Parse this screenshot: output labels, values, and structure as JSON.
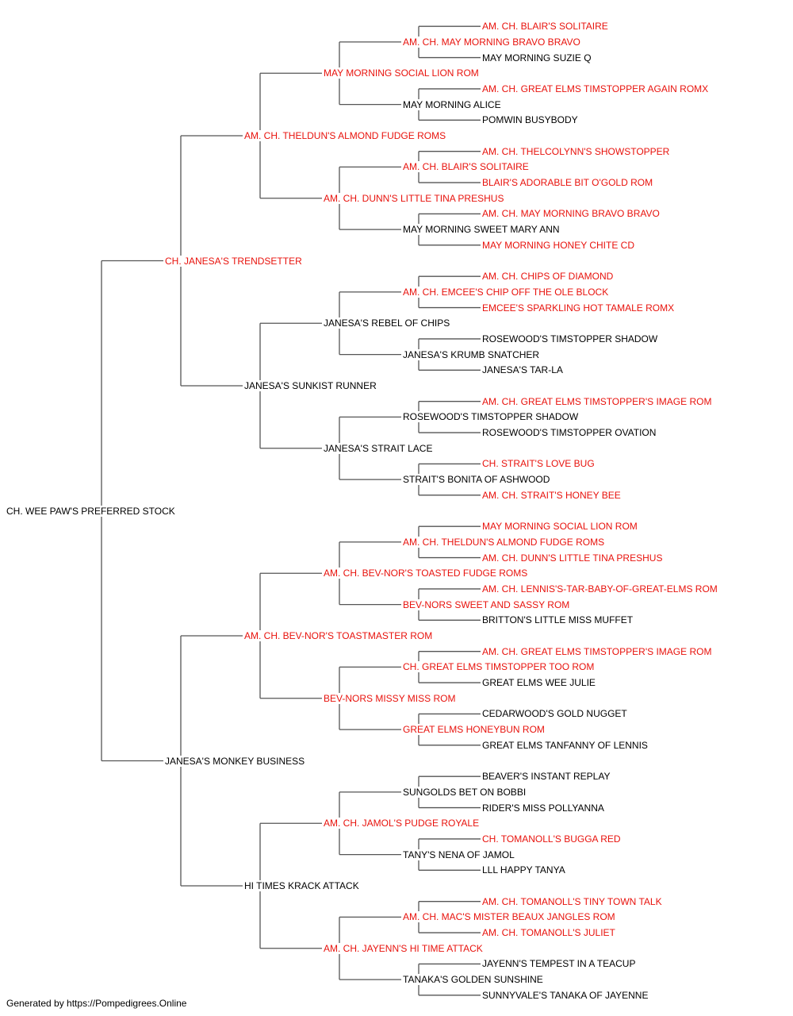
{
  "colors": {
    "champion": "#e8120c",
    "regular": "#000000",
    "line": "#555555"
  },
  "pedigree": {
    "name": "CH. WEE PAW'S PREFERRED STOCK",
    "champion": false,
    "sire": {
      "name": "CH. JANESA'S TRENDSETTER",
      "champion": true,
      "sire": {
        "name": "AM. CH. THELDUN'S ALMOND FUDGE ROMS",
        "champion": true,
        "sire": {
          "name": "MAY MORNING SOCIAL LION ROM",
          "champion": true,
          "sire": {
            "name": "AM. CH. MAY MORNING BRAVO BRAVO",
            "champion": true,
            "sire": {
              "name": "AM. CH. BLAIR'S SOLITAIRE",
              "champion": true
            },
            "dam": {
              "name": "MAY MORNING SUZIE Q",
              "champion": false
            }
          },
          "dam": {
            "name": "MAY MORNING ALICE",
            "champion": false,
            "sire": {
              "name": "AM. CH. GREAT ELMS TIMSTOPPER AGAIN ROMX",
              "champion": true
            },
            "dam": {
              "name": "POMWIN BUSYBODY",
              "champion": false
            }
          }
        },
        "dam": {
          "name": "AM. CH. DUNN'S LITTLE TINA PRESHUS",
          "champion": true,
          "sire": {
            "name": "AM. CH. BLAIR'S SOLITAIRE",
            "champion": true,
            "sire": {
              "name": "AM. CH. THELCOLYNN'S SHOWSTOPPER",
              "champion": true
            },
            "dam": {
              "name": "BLAIR'S ADORABLE BIT O'GOLD ROM",
              "champion": true
            }
          },
          "dam": {
            "name": "MAY MORNING SWEET MARY ANN",
            "champion": false,
            "sire": {
              "name": "AM. CH. MAY MORNING BRAVO BRAVO",
              "champion": true
            },
            "dam": {
              "name": "MAY MORNING HONEY CHITE CD",
              "champion": true
            }
          }
        }
      },
      "dam": {
        "name": "JANESA'S SUNKIST RUNNER",
        "champion": false,
        "sire": {
          "name": "JANESA'S REBEL OF CHIPS",
          "champion": false,
          "sire": {
            "name": "AM. CH. EMCEE'S CHIP OFF THE OLE BLOCK",
            "champion": true,
            "sire": {
              "name": "AM. CH. CHIPS OF DIAMOND",
              "champion": true
            },
            "dam": {
              "name": "EMCEE'S SPARKLING HOT TAMALE ROMX",
              "champion": true
            }
          },
          "dam": {
            "name": "JANESA'S KRUMB SNATCHER",
            "champion": false,
            "sire": {
              "name": "ROSEWOOD'S TIMSTOPPER SHADOW",
              "champion": false
            },
            "dam": {
              "name": "JANESA'S TAR-LA",
              "champion": false
            }
          }
        },
        "dam": {
          "name": "JANESA'S STRAIT LACE",
          "champion": false,
          "sire": {
            "name": "ROSEWOOD'S TIMSTOPPER SHADOW",
            "champion": false,
            "sire": {
              "name": "AM. CH. GREAT ELMS TIMSTOPPER'S IMAGE ROM",
              "champion": true
            },
            "dam": {
              "name": "ROSEWOOD'S TIMSTOPPER OVATION",
              "champion": false
            }
          },
          "dam": {
            "name": "STRAIT'S BONITA OF ASHWOOD",
            "champion": false,
            "sire": {
              "name": "CH. STRAIT'S LOVE BUG",
              "champion": true
            },
            "dam": {
              "name": "AM. CH. STRAIT'S HONEY BEE",
              "champion": true
            }
          }
        }
      }
    },
    "dam": {
      "name": "JANESA'S MONKEY BUSINESS",
      "champion": false,
      "sire": {
        "name": "AM. CH. BEV-NOR'S TOASTMASTER ROM",
        "champion": true,
        "sire": {
          "name": "AM. CH. BEV-NOR'S TOASTED FUDGE ROMS",
          "champion": true,
          "sire": {
            "name": "AM. CH. THELDUN'S ALMOND FUDGE ROMS",
            "champion": true,
            "sire": {
              "name": "MAY MORNING SOCIAL LION ROM",
              "champion": true
            },
            "dam": {
              "name": "AM. CH. DUNN'S LITTLE TINA PRESHUS",
              "champion": true
            }
          },
          "dam": {
            "name": "BEV-NORS SWEET AND SASSY ROM",
            "champion": true,
            "sire": {
              "name": "AM. CH. LENNIS'S-TAR-BABY-OF-GREAT-ELMS ROM",
              "champion": true
            },
            "dam": {
              "name": "BRITTON'S LITTLE MISS MUFFET",
              "champion": false
            }
          }
        },
        "dam": {
          "name": "BEV-NORS MISSY MISS ROM",
          "champion": true,
          "sire": {
            "name": "CH. GREAT ELMS TIMSTOPPER TOO ROM",
            "champion": true,
            "sire": {
              "name": "AM. CH. GREAT ELMS TIMSTOPPER'S IMAGE ROM",
              "champion": true
            },
            "dam": {
              "name": "GREAT ELMS WEE JULIE",
              "champion": false
            }
          },
          "dam": {
            "name": "GREAT ELMS HONEYBUN ROM",
            "champion": true,
            "sire": {
              "name": "CEDARWOOD'S GOLD NUGGET",
              "champion": false
            },
            "dam": {
              "name": "GREAT ELMS TANFANNY OF LENNIS",
              "champion": false
            }
          }
        }
      },
      "dam": {
        "name": "HI TIMES KRACK ATTACK",
        "champion": false,
        "sire": {
          "name": "AM. CH. JAMOL'S PUDGE ROYALE",
          "champion": true,
          "sire": {
            "name": "SUNGOLDS BET ON BOBBI",
            "champion": false,
            "sire": {
              "name": "BEAVER'S INSTANT REPLAY",
              "champion": false
            },
            "dam": {
              "name": "RIDER'S MISS POLLYANNA",
              "champion": false
            }
          },
          "dam": {
            "name": "TANY'S NENA OF JAMOL",
            "champion": false,
            "sire": {
              "name": "CH. TOMANOLL'S BUGGA RED",
              "champion": true
            },
            "dam": {
              "name": "LLL HAPPY TANYA",
              "champion": false
            }
          }
        },
        "dam": {
          "name": "AM. CH. JAYENN'S HI TIME ATTACK",
          "champion": true,
          "sire": {
            "name": "AM. CH. MAC'S MISTER BEAUX JANGLES ROM",
            "champion": true,
            "sire": {
              "name": "AM. CH. TOMANOLL'S TINY TOWN TALK",
              "champion": true
            },
            "dam": {
              "name": "AM. CH. TOMANOLL'S JULIET",
              "champion": true
            }
          },
          "dam": {
            "name": "TANAKA'S GOLDEN SUNSHINE",
            "champion": false,
            "sire": {
              "name": "JAYENN'S TEMPEST IN A TEACUP",
              "champion": false
            },
            "dam": {
              "name": "SUNNYVALE'S TANAKA OF JAYENNE",
              "champion": false
            }
          }
        }
      }
    }
  },
  "footer": {
    "text": "Generated by https://Pompedigrees.Online"
  }
}
